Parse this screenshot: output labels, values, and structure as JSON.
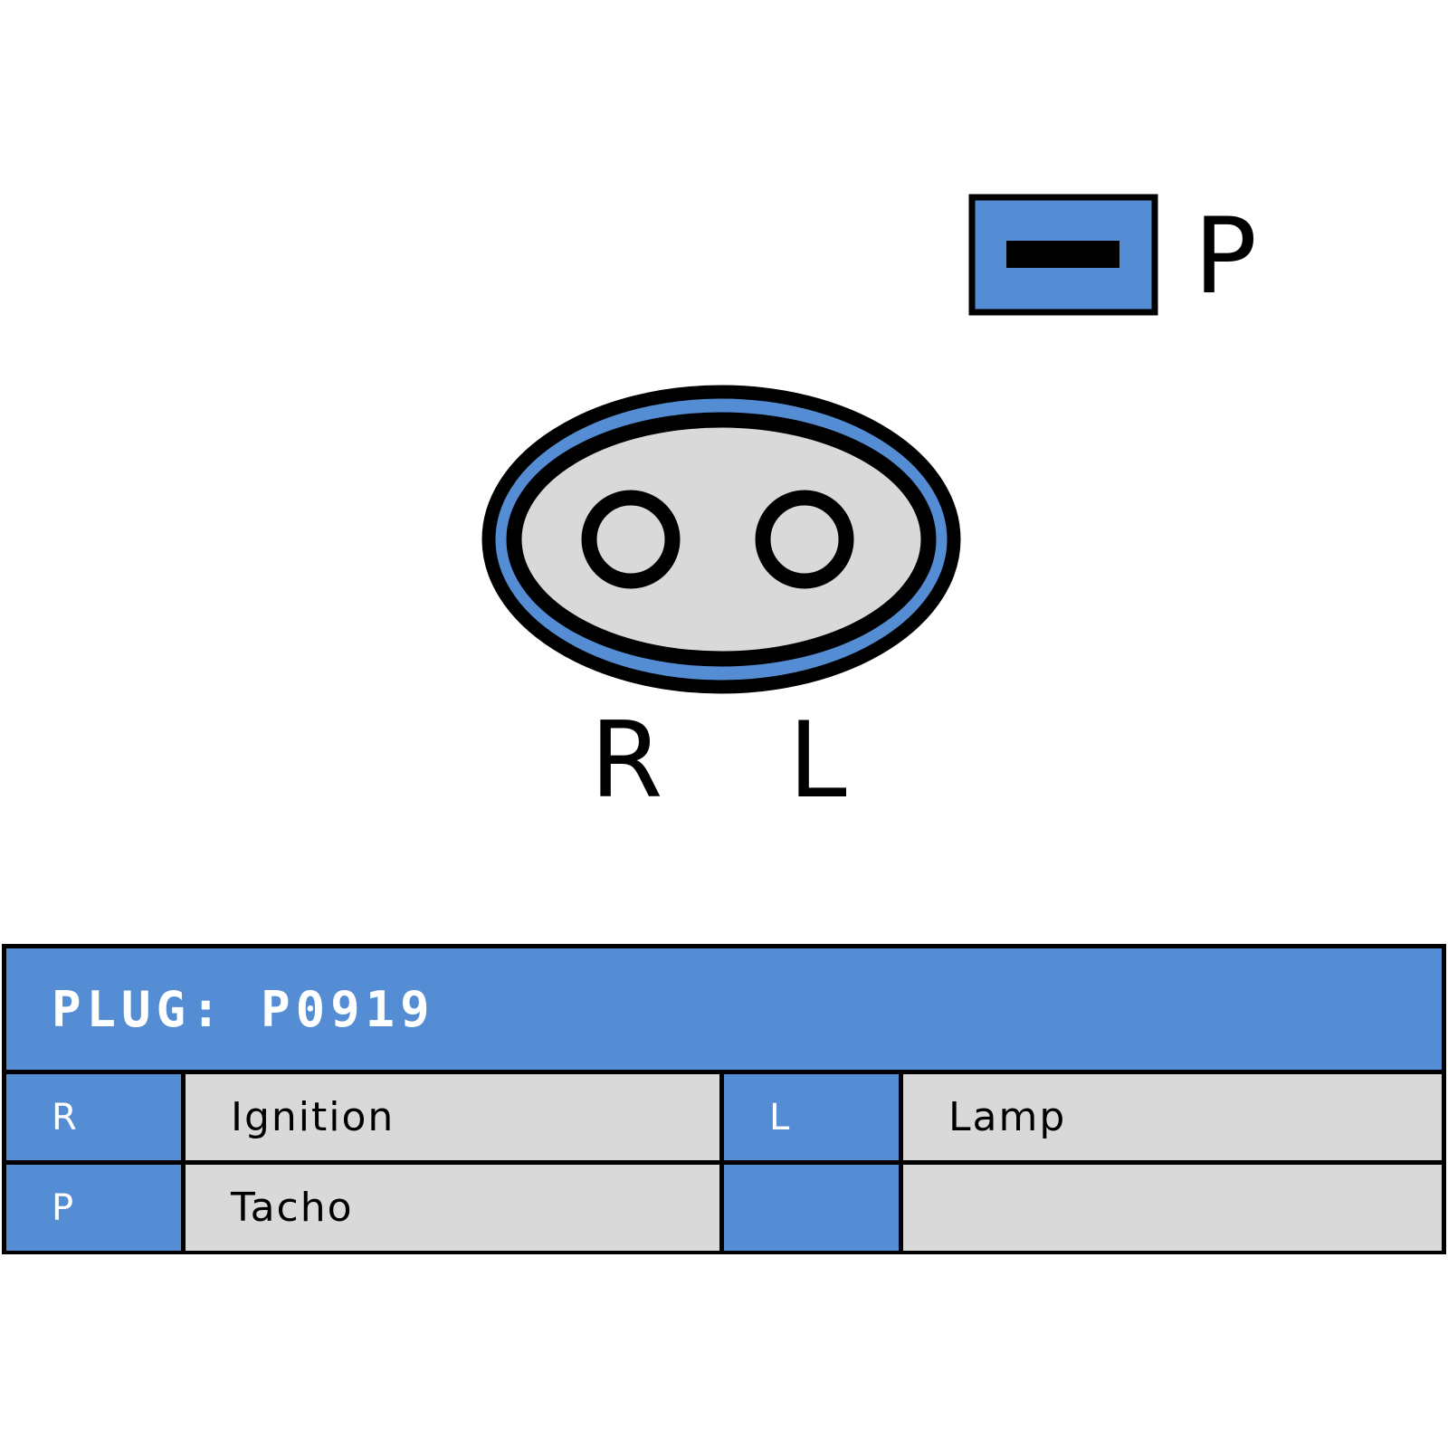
{
  "diagram": {
    "terminal_labels": {
      "p": "P",
      "r": "R",
      "l": "L"
    }
  },
  "colors": {
    "accent_blue": "#548dd4",
    "cell_gray": "#d9d9d9",
    "outline": "#000000"
  },
  "table": {
    "title": "PLUG: P0919",
    "rows": [
      {
        "key1": "R",
        "value1": "Ignition",
        "key2": "L",
        "value2": "Lamp"
      },
      {
        "key1": "P",
        "value1": "Tacho",
        "key2": "",
        "value2": ""
      }
    ]
  }
}
